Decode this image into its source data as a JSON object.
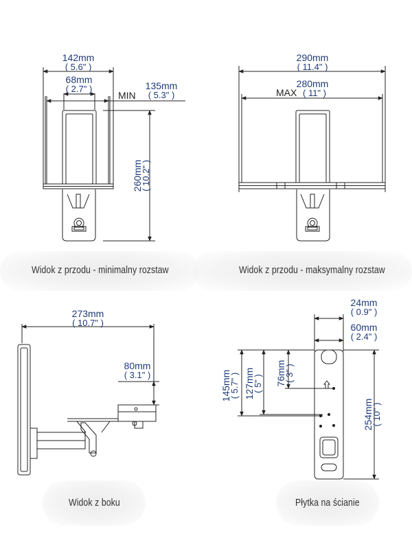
{
  "panels": {
    "front_min": {
      "caption": "Widok z przodu - minimalny rozstaw",
      "dims": {
        "width_mm": "142mm",
        "width_in": "( 5.6\" )",
        "inner_mm": "68mm",
        "inner_in": "( 2.7\" )",
        "min_label": "MIN",
        "min_mm": "135mm",
        "min_in": "( 5.3\" )",
        "height_mm": "260mm",
        "height_in": "( 10.2\" )"
      }
    },
    "front_max": {
      "caption": "Widok z przodu - maksymalny rozstaw",
      "dims": {
        "width_mm": "290mm",
        "width_in": "( 11.4\" )",
        "max_label": "MAX",
        "max_mm": "280mm",
        "max_in": "( 11\" )"
      }
    },
    "side": {
      "caption": "Widok z boku",
      "dims": {
        "depth_mm": "273mm",
        "depth_in": "( 10.7\" )",
        "height_mm": "80mm",
        "height_in": "( 3.1\" )"
      }
    },
    "wall_plate": {
      "caption": "Płytka na ścianie",
      "dims": {
        "w1_mm": "24mm",
        "w1_in": "( 0.9\" )",
        "w2_mm": "60mm",
        "w2_in": "( 2.4\" )",
        "h145_mm": "145mm",
        "h145_in": "( 5.7\" )",
        "h127_mm": "127mm",
        "h127_in": "( 5\" )",
        "h76_mm": "76mm",
        "h76_in": "( 3\" )",
        "h254_mm": "254mm",
        "h254_in": "( 10\" )"
      }
    }
  },
  "colors": {
    "dimension_text": "#1f3a78",
    "line": "#222222",
    "caption_bg": "#efefef"
  }
}
